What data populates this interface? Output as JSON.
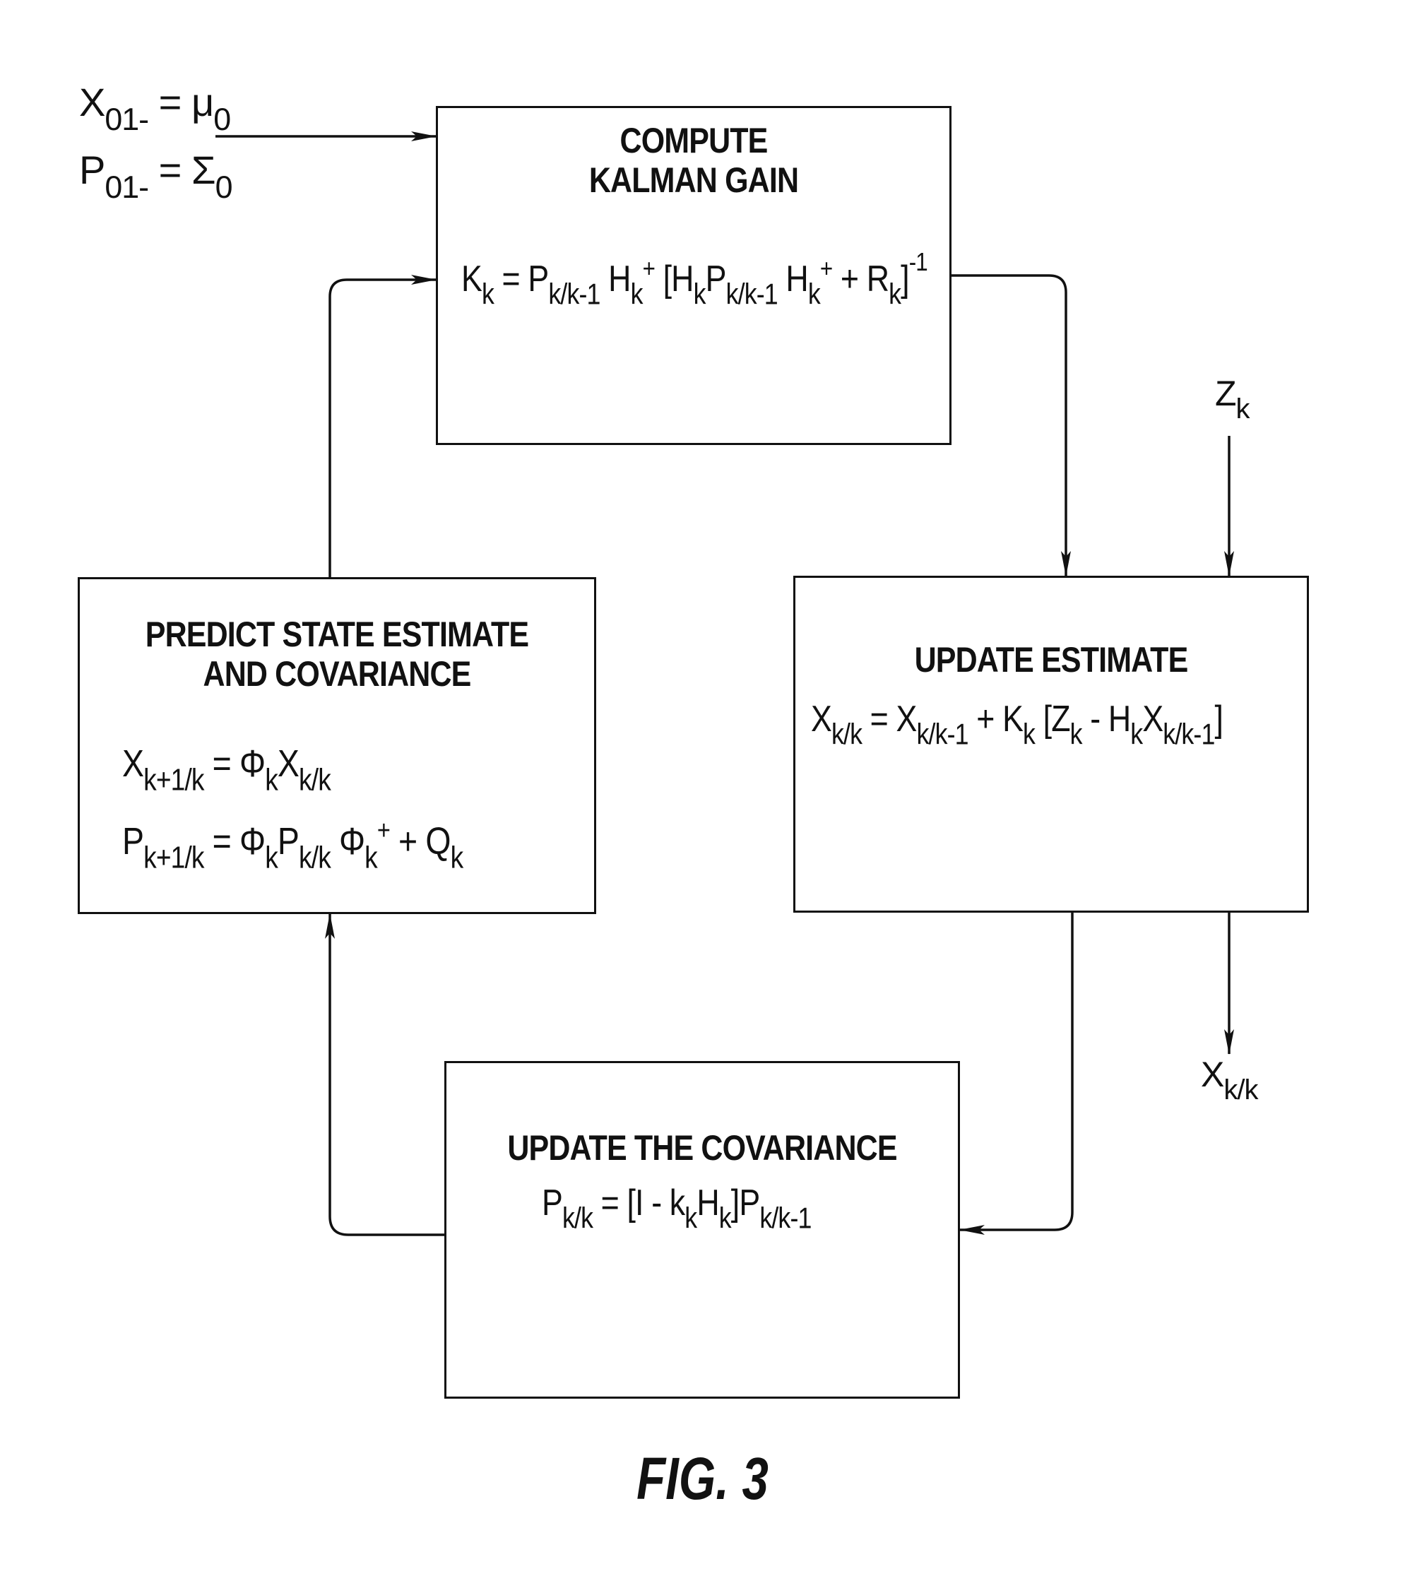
{
  "initial": {
    "x_name": "X",
    "x_sub": "01-",
    "x_eq": " = ",
    "mu": "μ",
    "mu_sub": "0",
    "p_name": "P",
    "p_sub": "01-",
    "p_eq": " = ",
    "sigma": "Σ",
    "sigma_sub": "0"
  },
  "kalman_box": {
    "title_line1": "COMPUTE",
    "title_line2": "KALMAN GAIN",
    "eq": {
      "K": "K",
      "k": "k",
      "eqsign": " = ",
      "P": "P",
      "kk1": "k/k-1",
      "H": "H",
      "plus_sup": "+",
      "open": " [",
      "plus": " + ",
      "R": "R",
      "close": "]",
      "inv": "-1"
    }
  },
  "update_estimate_box": {
    "title": "UPDATE ESTIMATE",
    "eq": {
      "X": "X",
      "kk": "k/k",
      "eqsign": " = ",
      "kk1": "k/k-1",
      "plus": " + ",
      "K": "K",
      "k": "k",
      "open": " [",
      "Z": "Z",
      "minus": " - ",
      "H": "H",
      "close": "]"
    }
  },
  "predict_box": {
    "title_line1": "PREDICT STATE ESTIMATE",
    "title_line2": "AND COVARIANCE",
    "eq1": {
      "X": "X",
      "k1k": "k+1/k",
      "eqsign": " = ",
      "phi": "Φ",
      "k": "k",
      "kk": "k/k"
    },
    "eq2": {
      "P": "P",
      "k1k": "k+1/k",
      "eqsign": " = ",
      "phi": "Φ",
      "k": "k",
      "kk": "k/k",
      "plus_sup": "+",
      "plus": " + ",
      "Q": "Q"
    }
  },
  "covariance_box": {
    "title": "UPDATE THE COVARIANCE",
    "eq": {
      "P": "P",
      "kk": "k/k",
      "eqsign": " = ",
      "open": "[I - ",
      "k_small": "k",
      "k": "k",
      "H": "H",
      "close": "]",
      "kk1": "k/k-1"
    }
  },
  "measurement": {
    "Z": "Z",
    "k": "k"
  },
  "output": {
    "X": "X",
    "kk": "k/k"
  },
  "figure_label": "FIG. 3"
}
